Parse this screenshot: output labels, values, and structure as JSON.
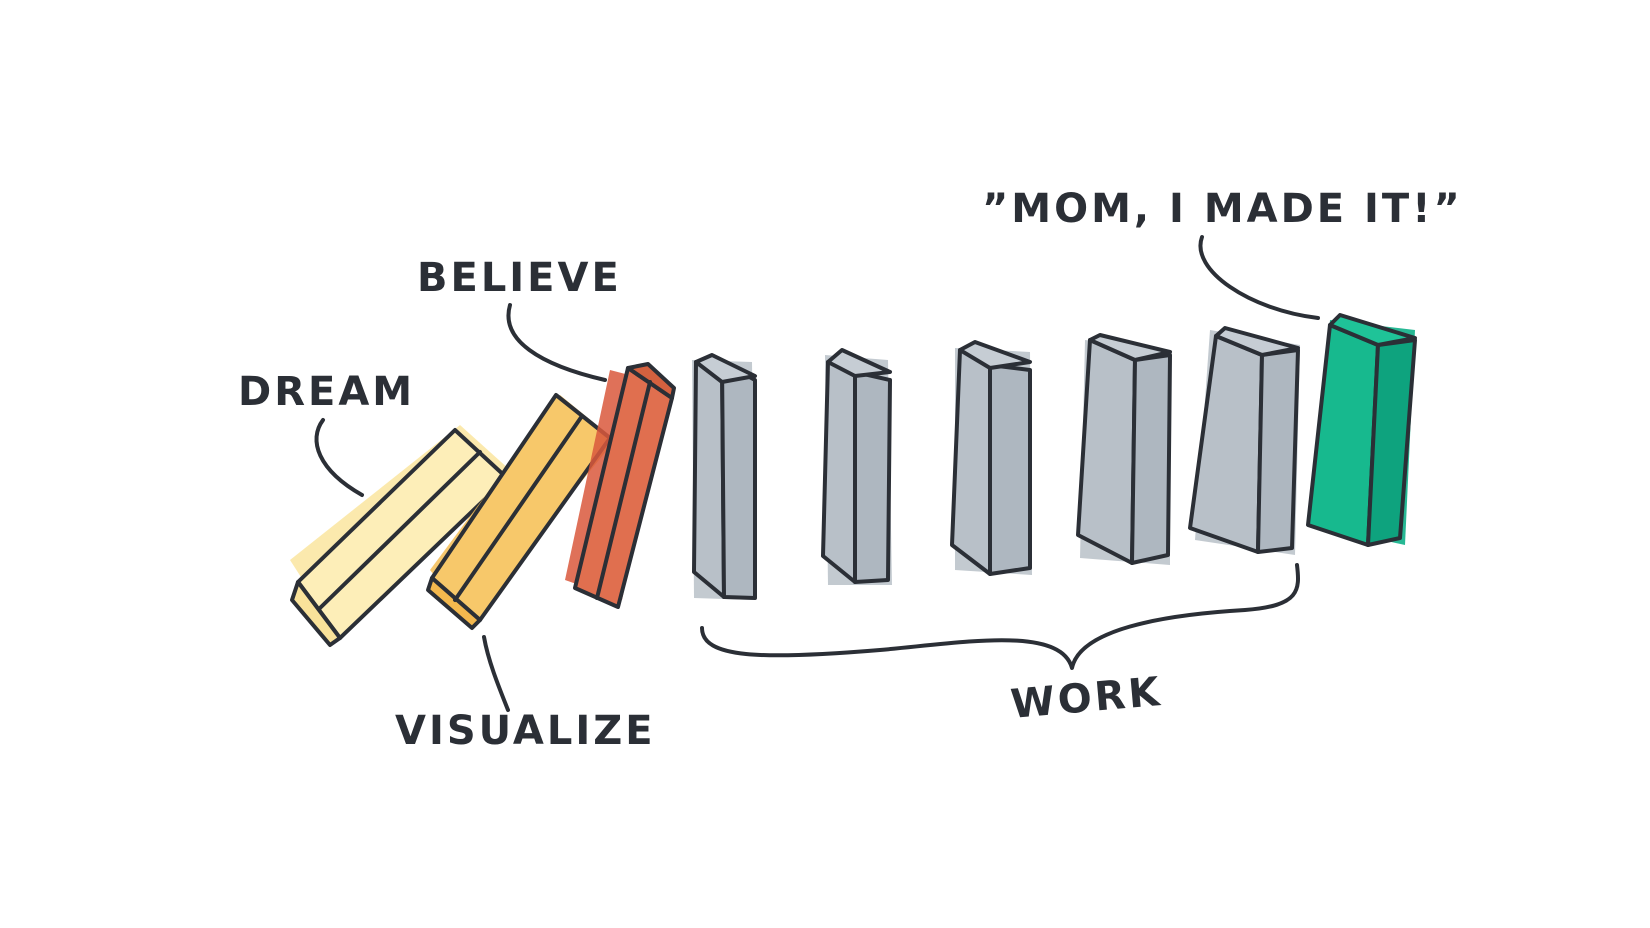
{
  "labels": {
    "dream": "DREAM",
    "visualize": "VISUALIZE",
    "believe": "BELIEVE",
    "work": "WORK",
    "made_it": "”MOM, I MADE IT!”"
  },
  "colors": {
    "ink": "#2b2f36",
    "dream": "#fbe7a4",
    "visualize": "#f7c45f",
    "believe": "#df6b4c",
    "work": "#b4bcc4",
    "made_it": "#12b38a"
  }
}
